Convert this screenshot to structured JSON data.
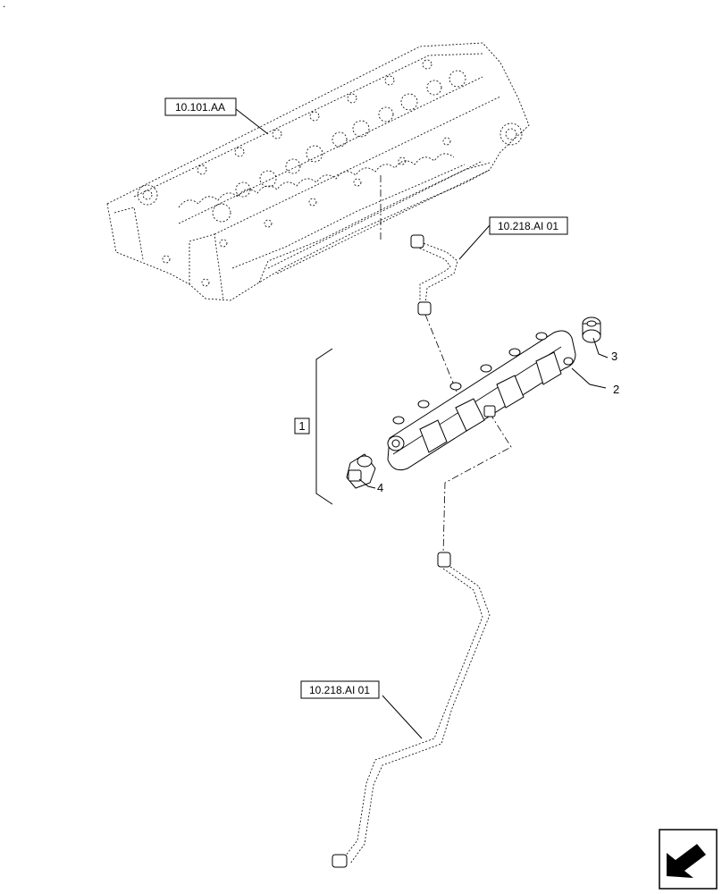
{
  "corner_mark": ".",
  "refs": {
    "cylinder_head": "10.101.AA",
    "upper_pipe": "10.218.AI 01",
    "lower_pipe": "10.218.AI 01"
  },
  "callouts": {
    "group": "1",
    "rail": "2",
    "plug": "3",
    "sensor": "4"
  },
  "nav_icon": "next-page-arrow-icon"
}
